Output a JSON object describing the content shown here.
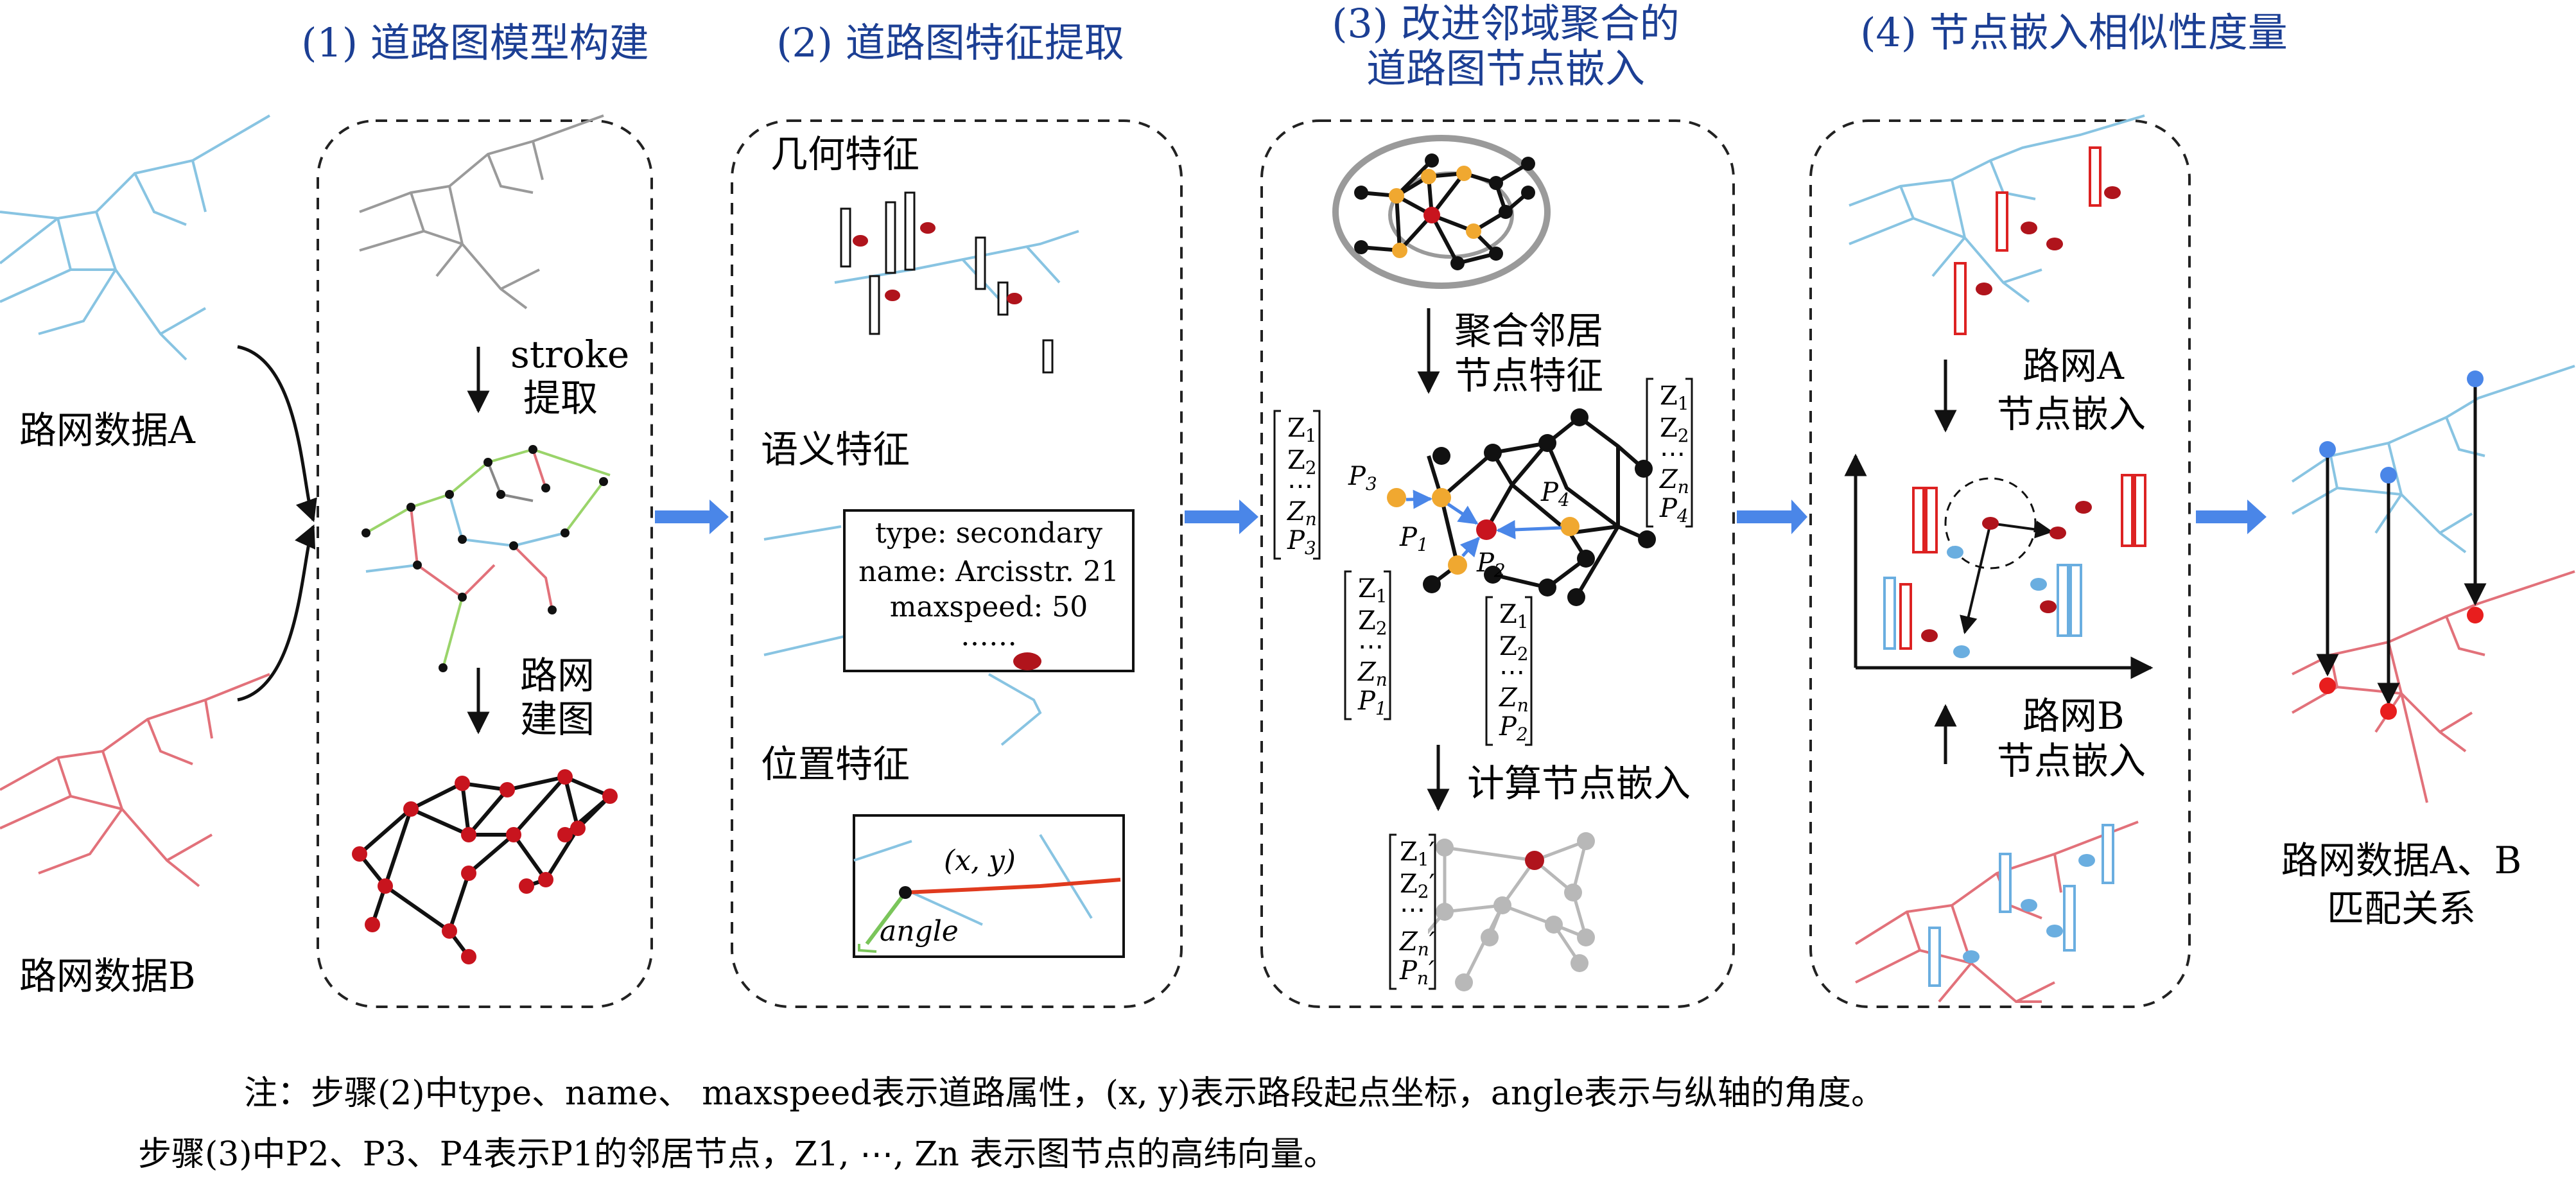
{
  "steps": {
    "step1": "(1) 道路图模型构建",
    "step2": "(2) 道路图特征提取",
    "step3_line1": "(3) 改进邻域聚合的",
    "step3_line2": "道路图节点嵌入",
    "step4": "(4) 节点嵌入相似性度量"
  },
  "inputs": {
    "data_a": "路网数据A",
    "data_b": "路网数据B"
  },
  "panel1": {
    "stroke_1": "stroke",
    "stroke_2": "提取",
    "graph_1": "路网",
    "graph_2": "建图"
  },
  "panel2": {
    "geometric": "几何特征",
    "semantic": "语义特征",
    "position": "位置特征",
    "attr_type": "type: secondary",
    "attr_name": "name: Arcisstr. 21",
    "attr_maxspeed": "maxspeed: 50",
    "attr_more": "……",
    "coord": "(x, y)",
    "angle": "angle"
  },
  "panel3": {
    "aggregate_1": "聚合邻居",
    "aggregate_2": "节点特征",
    "compute": "计算节点嵌入",
    "p1": "P",
    "p2": "P",
    "p3": "P",
    "p4": "P",
    "sub1": "1",
    "sub2": "2",
    "sub3": "3",
    "sub4": "4",
    "z1": "Z",
    "z2": "Z",
    "zn": "Z",
    "vdots": "⋯",
    "sub_n": "n"
  },
  "panel4": {
    "emb_a_1": "路网A",
    "emb_a_2": "节点嵌入",
    "emb_b_1": "路网B",
    "emb_b_2": "节点嵌入"
  },
  "output": {
    "line1": "路网数据A、B",
    "line2": "匹配关系"
  },
  "notes": {
    "line1": "注：步骤(2)中type、name、 maxspeed表示道路属性，(x, y)表示路段起点坐标，angle表示与纵轴的角度。",
    "line2": "步骤(3)中P2、P3、P4表示P1的邻居节点，Z1, ⋯, Zn 表示图节点的高纬向量。"
  },
  "colors": {
    "title_blue": "#1c3f94",
    "arrow_blue": "#4a86e8",
    "road_blue": "#88c4e2",
    "road_red": "#e2717a",
    "node_red": "#c8141e",
    "node_orange": "#f0a830",
    "node_gray": "#b8b8b8"
  }
}
